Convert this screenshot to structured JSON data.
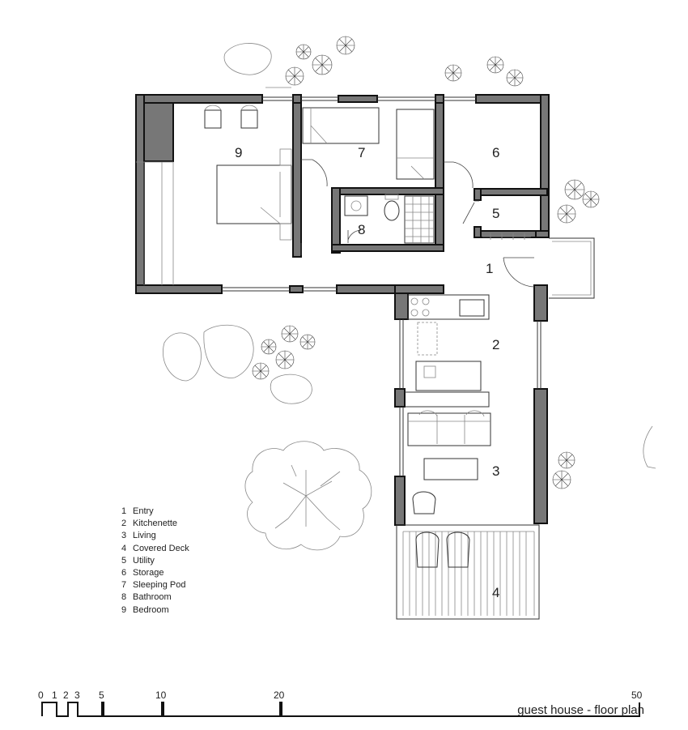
{
  "rooms": [
    {
      "num": "1"
    },
    {
      "num": "2"
    },
    {
      "num": "3"
    },
    {
      "num": "4"
    },
    {
      "num": "5"
    },
    {
      "num": "6"
    },
    {
      "num": "7"
    },
    {
      "num": "8"
    },
    {
      "num": "9"
    }
  ],
  "legend": [
    {
      "num": "1",
      "label": "Entry"
    },
    {
      "num": "2",
      "label": "Kitchenette"
    },
    {
      "num": "3",
      "label": "Living"
    },
    {
      "num": "4",
      "label": "Covered Deck"
    },
    {
      "num": "5",
      "label": "Utility"
    },
    {
      "num": "6",
      "label": "Storage"
    },
    {
      "num": "7",
      "label": "Sleeping Pod"
    },
    {
      "num": "8",
      "label": "Bathroom"
    },
    {
      "num": "9",
      "label": "Bedroom"
    }
  ],
  "scale_bar": {
    "ticks": [
      "0",
      "1",
      "2",
      "3",
      "5",
      "10",
      "20",
      "50"
    ]
  },
  "caption": "guest house - floor plan"
}
